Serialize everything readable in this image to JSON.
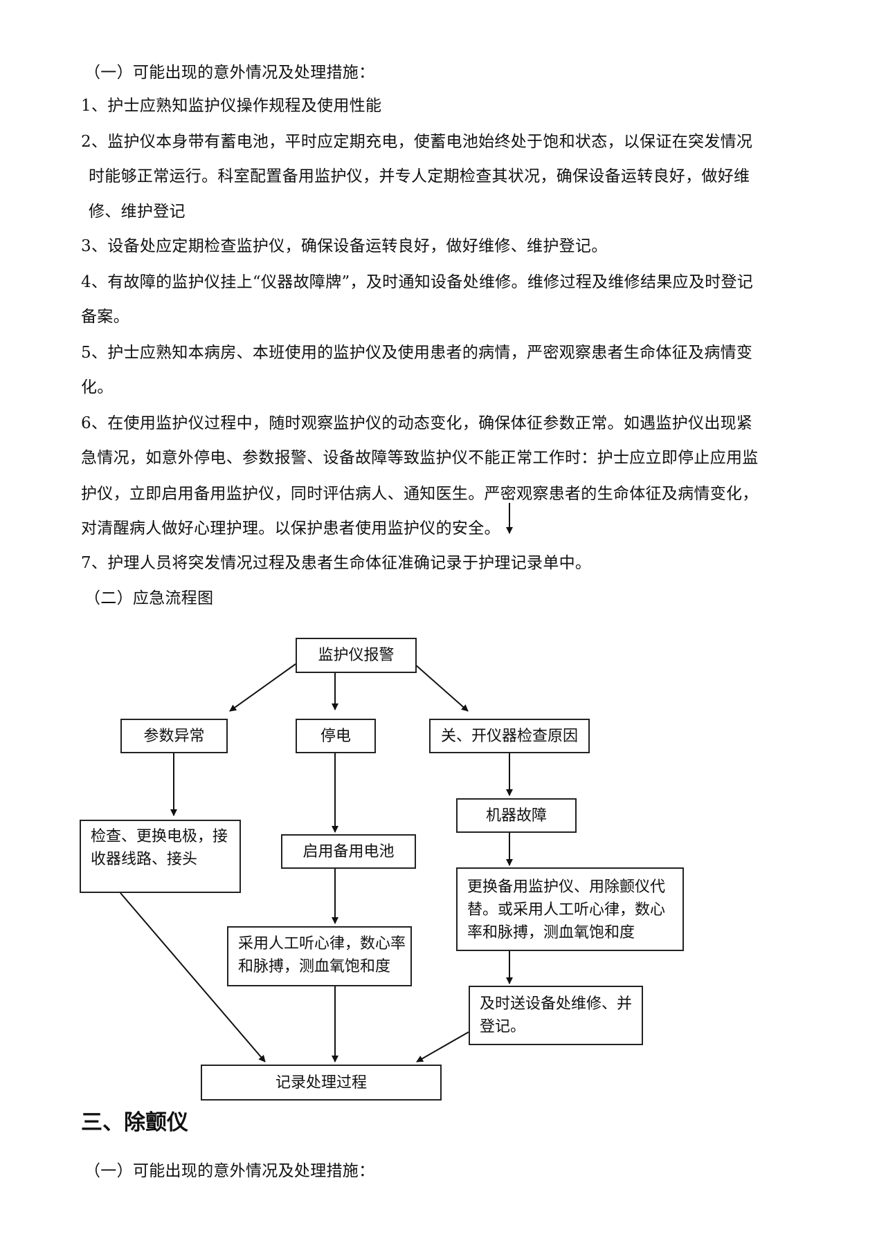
{
  "section_1": {
    "heading": "（一）可能出现的意外情况及处理措施：",
    "lines": [
      "1、护士应熟知监护仪操作规程及使用性能",
      "2、监护仪本身带有蓄电池，平时应定期充电，使蓄电池始终处于饱和状态，以保证在突发情况",
      "时能够正常运行。科室配置备用监护仪，并专人定期检查其状况，确保设备运转良好，做好维",
      "修、维护登记",
      "3、设备处应定期检查监护仪，确保设备运转良好，做好维修、维护登记。",
      "4、有故障的监护仪挂上“仪器故障牌”，及时通知设备处维修。维修过程及维修结果应及时登记",
      "备案。",
      "5、护士应熟知本病房、本班使用的监护仪及使用患者的病情，严密观察患者生命体征及病情变",
      "化。",
      "6、在使用监护仪过程中，随时观察监护仪的动态变化，确保体征参数正常。如遇监护仪出现紧",
      "急情况，如意外停电、参数报警、设备故障等致监护仪不能正常工作时：护士应立即停止应用监",
      "护仪，立即启用备用监护仪，同时评估病人、通知医生。严密观察患者的生命体征及病情变化，",
      "对清醒病人做好心理护理。以保护患者使用监护仪的安全。",
      "7、护理人员将突发情况过程及患者生命体征准确记录于护理记录单中。"
    ]
  },
  "section_2": {
    "heading": "（二）应急流程图"
  },
  "flowchart": {
    "alarm": "监护仪报警",
    "param_abnormal": "参数异常",
    "power_off": "停电",
    "restart_check": "关、开仪器检查原因",
    "machine_fault": "机器故障",
    "check_electrodes": [
      "检查、更换电极，接",
      "收器线路、接头"
    ],
    "backup_battery": "启用备用电池",
    "manual_monitor": [
      "采用人工听心律，数心率",
      "和脉搏，测血氧饱和度"
    ],
    "replace_monitor": [
      "更换备用监护仪、用除颤仪代",
      "替。或采用人工听心律，数心",
      "率和脉搏，测血氧饱和度"
    ],
    "send_repair": [
      "及时送设备处维修、并",
      "登记。"
    ],
    "record": "记录处理过程"
  },
  "section_3": {
    "title": "三、除颤仪",
    "heading": "（一）可能出现的意外情况及处理措施："
  }
}
